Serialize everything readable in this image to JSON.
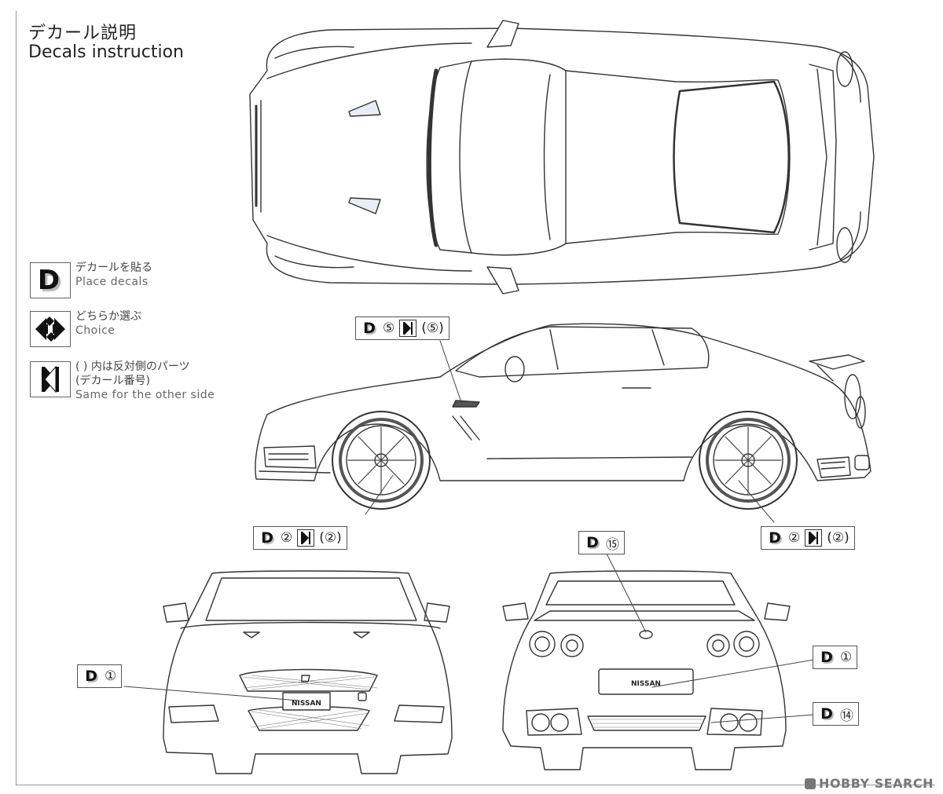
{
  "title": {
    "jp": "デカール説明",
    "en": "Decals instruction"
  },
  "legend": [
    {
      "id": "place",
      "icon": "decal-d-icon",
      "jp": "デカールを貼る",
      "en": "Place decals"
    },
    {
      "id": "choice",
      "icon": "choice-arrows-icon",
      "jp": "どちらか選ぶ",
      "en": "Choice"
    },
    {
      "id": "otherside",
      "icon": "other-side-icon",
      "jp1": "( ) 内は反対側のパーツ",
      "jp2": "(デカール番号)",
      "en": "Same for the other side"
    }
  ],
  "callouts": {
    "side_window": {
      "d": "D",
      "num": "⑤",
      "alt": "(⑤)"
    },
    "front_wheel": {
      "d": "D",
      "num": "②",
      "alt": "(②)"
    },
    "rear_wheel": {
      "d": "D",
      "num": "②",
      "alt": "(②)"
    },
    "rear_emblem": {
      "d": "D",
      "num": "⑮"
    },
    "front_plate": {
      "d": "D",
      "num": "①"
    },
    "rear_plate": {
      "d": "D",
      "num": "①"
    },
    "rear_diffuser": {
      "d": "D",
      "num": "⑭"
    }
  },
  "plates": {
    "front": "NISSAN",
    "rear": "NISSAN"
  },
  "watermark": "HOBBY SEARCH"
}
